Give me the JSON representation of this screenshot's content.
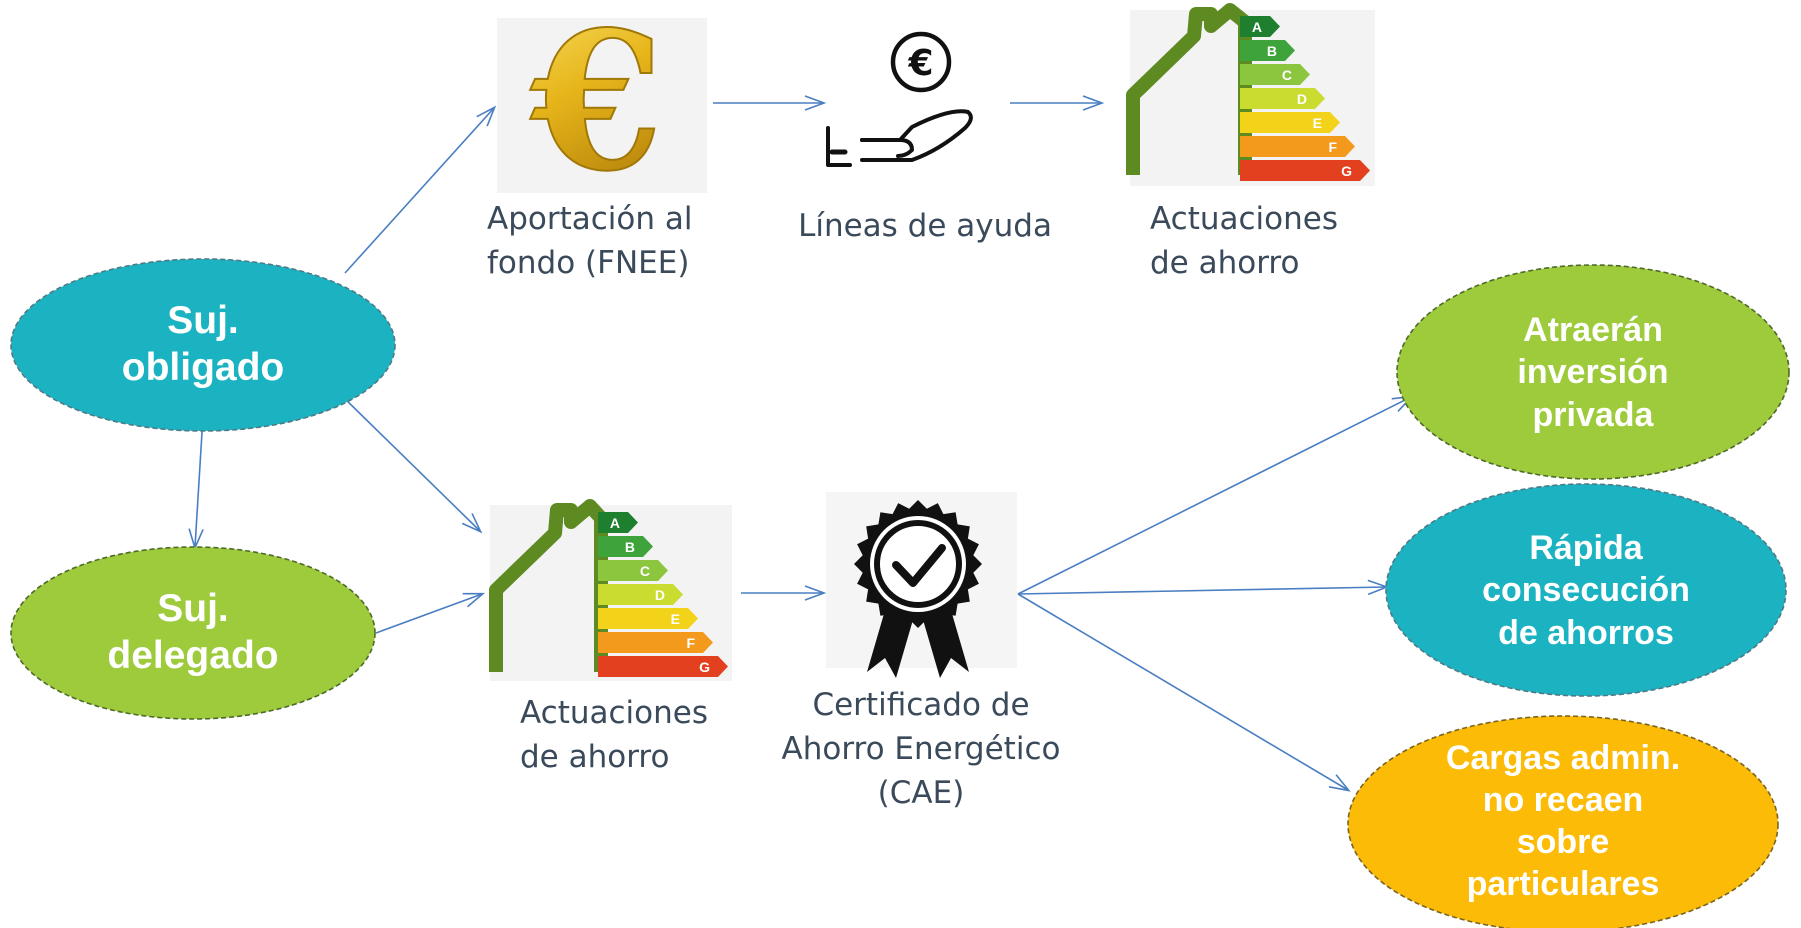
{
  "colors": {
    "teal": "#1BB3C1",
    "green": "#9DCB3B",
    "orange": "#FBBB07",
    "arrow": "#4A7EC2",
    "caption_text": "#3A4A5A"
  },
  "nodes": {
    "suj_obligado": "Suj.\nobligado",
    "suj_delegado": "Suj.\ndelegado",
    "atraeran": "Atraerán\ninversión\nprivada",
    "rapida": "Rápida\nconsecución\nde ahorros",
    "cargas": "Cargas admin.\nno recaen\nsobre\nparticulares"
  },
  "captions": {
    "aportacion": "Aportación al\nfondo (FNEE)",
    "lineas": "Líneas de ayuda",
    "actuaciones_top": "Actuaciones\nde ahorro",
    "actuaciones_bottom": "Actuaciones\nde ahorro",
    "certificado": "Certificado de\nAhorro Energético\n(CAE)"
  },
  "energy_label": {
    "classes": [
      "A",
      "B",
      "C",
      "D",
      "E",
      "F",
      "G"
    ],
    "class_colors": [
      "#1E7F2F",
      "#3EA33A",
      "#8CC63F",
      "#C9DC2F",
      "#F3D21A",
      "#F39A1D",
      "#E2401F"
    ]
  },
  "icons": {
    "euro": "euro-coin-icon",
    "aid": "hand-euro-icon",
    "house": "energy-efficiency-house-icon",
    "certificate": "certified-badge-icon"
  }
}
